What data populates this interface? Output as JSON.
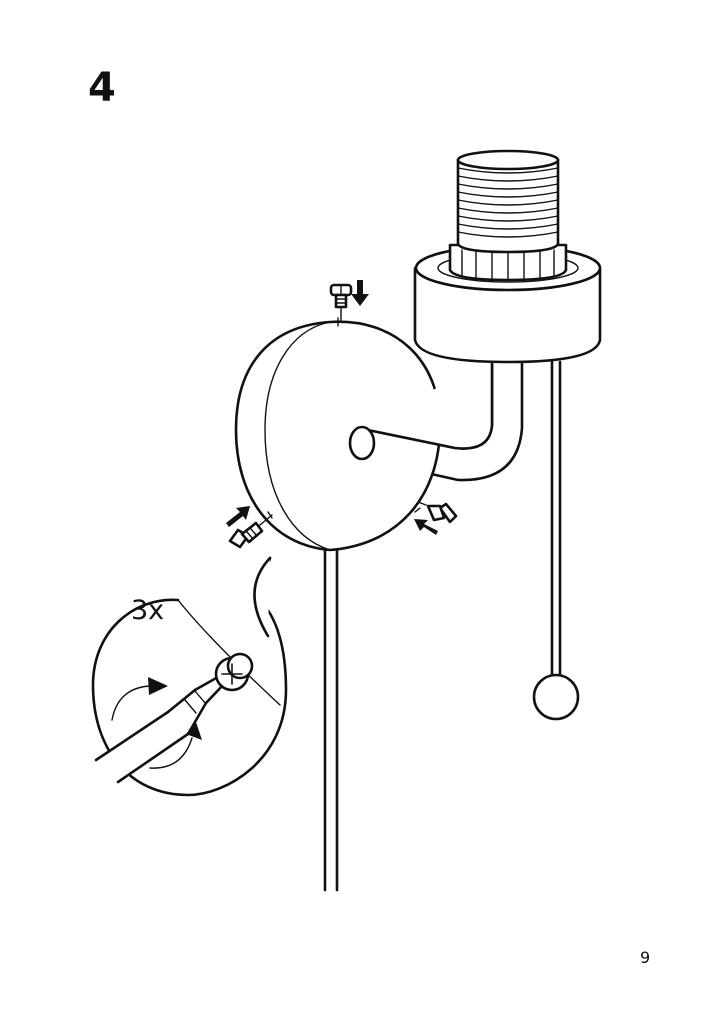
{
  "step": {
    "number": "4"
  },
  "callout": {
    "quantity": "3x"
  },
  "footer": {
    "page_number": "9"
  },
  "icons": {
    "screw": "screw-icon",
    "arrow": "arrow-icon",
    "rotate": "rotate-clockwise-icon",
    "screwdriver": "screwdriver-icon"
  },
  "colors": {
    "ink": "#111111",
    "paper": "#ffffff"
  }
}
